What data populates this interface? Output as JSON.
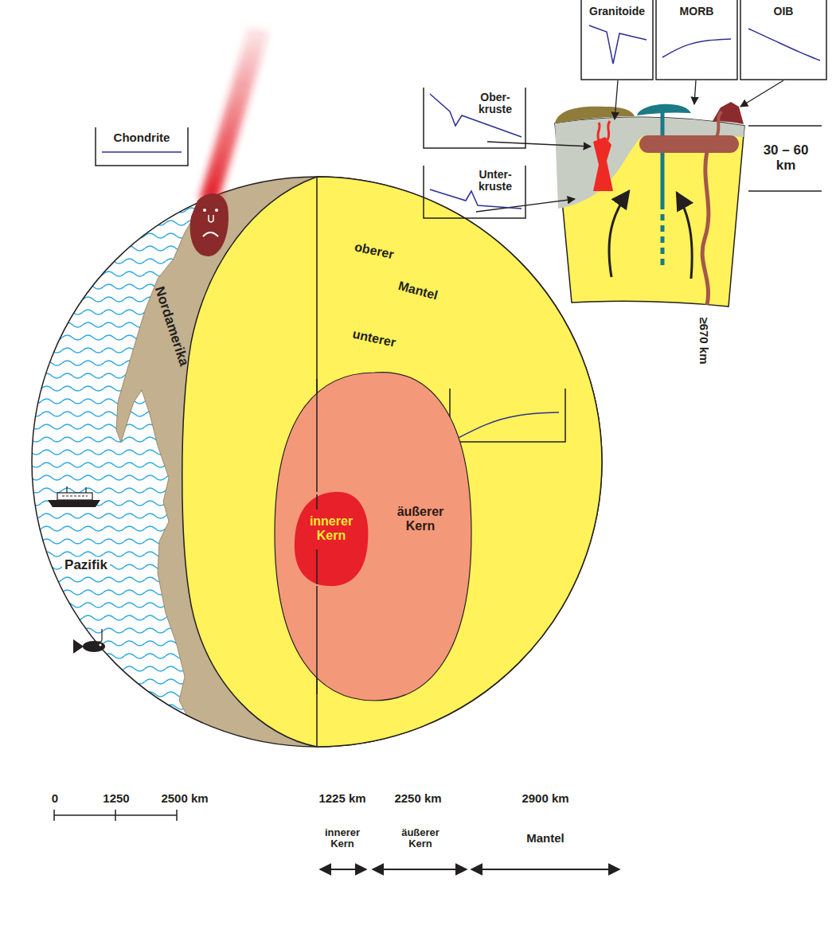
{
  "diagram": {
    "nodes": [
      {
        "text": [
          "oberer",
          "Mantel",
          "unterer"
        ]
      },
      {
        "text": [
          "äußerer Kern"
        ],
        "in": 0
      },
      {
        "text": [
          "innerer Kern"
        ],
        "in": 1
      },
      {
        "text": [
          "Chondrite"
        ]
      },
      {
        "text": [
          "Granitoide"
        ]
      },
      {
        "text": [
          "MORB"
        ]
      },
      {
        "text": [
          "OIB"
        ]
      },
      {
        "text": [
          "Ober- kruste"
        ]
      },
      {
        "text": [
          "Unter- kruste"
        ]
      }
    ],
    "labels": [
      "Nordamerika",
      "Pazifik",
      "30 – 60 km",
      "≥670 km",
      "0",
      "1250",
      "2500 km",
      "1225 km",
      "2250 km",
      "2900 km",
      "innerer Kern",
      "äußerer Kern",
      "Mantel"
    ]
  }
}
